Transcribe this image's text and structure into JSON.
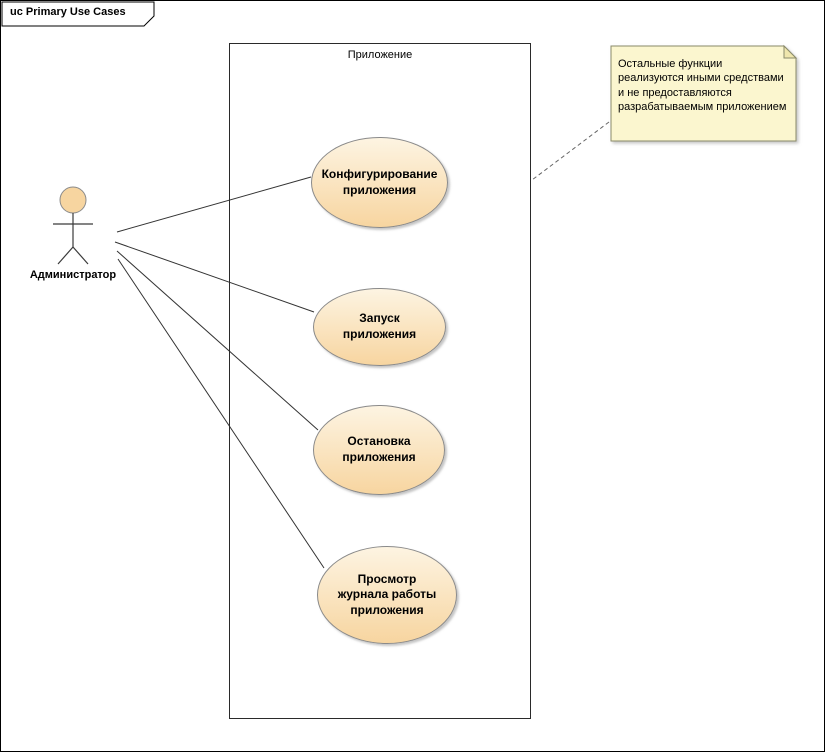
{
  "frame": {
    "tab_label": "uc Primary Use Cases"
  },
  "system_boundary": {
    "label": "Приложение"
  },
  "actor": {
    "label": "Администратор"
  },
  "use_cases": [
    {
      "label": "Конфигурирование приложения"
    },
    {
      "label": "Запуск приложения"
    },
    {
      "label": "Остановка приложения"
    },
    {
      "label": "Просмотр журнала работы приложения"
    }
  ],
  "note": {
    "text": "Остальные функции реализуются иными средствами и не предоставляются разрабатываемым приложением"
  },
  "colors": {
    "usecase_fill_top": "#fdf4e2",
    "usecase_fill_bottom": "#f7d5a0",
    "usecase_border": "#8a8a8a",
    "note_fill": "#fbf6cf",
    "note_fold": "#efe6ad",
    "note_border": "#8a8a6a",
    "connector": "#333333",
    "frame_border": "#000000"
  }
}
